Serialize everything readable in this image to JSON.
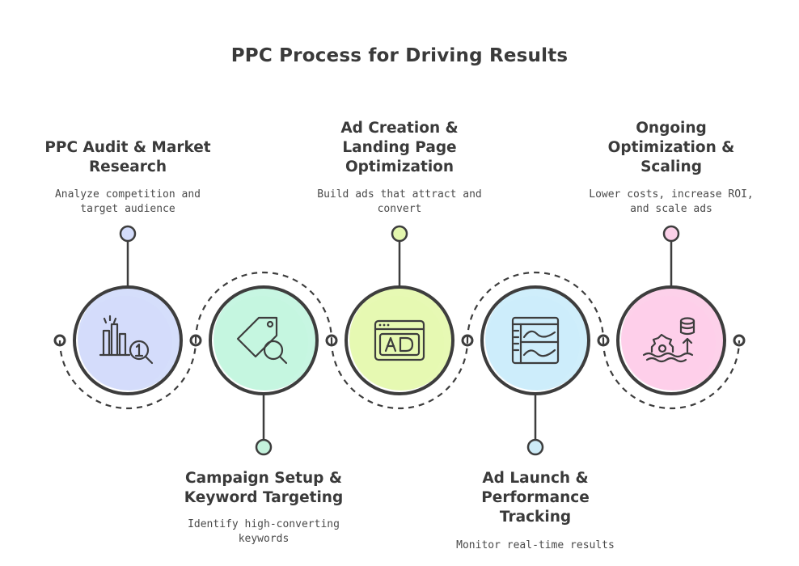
{
  "title": "PPC Process for Driving Results",
  "steps": [
    {
      "title_lines": [
        "PPC Audit & Market",
        "Research"
      ],
      "desc_lines": [
        "Analyze competition and",
        "target audience"
      ],
      "icon": "bar-chart-magnifier-icon",
      "fill": "#d3dcfb",
      "dot": "#d3dcfb"
    },
    {
      "title_lines": [
        "Campaign Setup &",
        "Keyword Targeting"
      ],
      "desc_lines": [
        "Identify high-converting",
        "keywords"
      ],
      "icon": "tag-search-icon",
      "fill": "#c4f6e0",
      "dot": "#c4f2dc"
    },
    {
      "title_lines": [
        "Ad Creation &",
        "Landing Page",
        "Optimization"
      ],
      "desc_lines": [
        "Build ads that attract and",
        "convert"
      ],
      "icon": "ad-window-icon",
      "fill": "#e6f9b0",
      "dot": "#e4f7ae"
    },
    {
      "title_lines": [
        "Ad Launch &",
        "Performance",
        "Tracking"
      ],
      "desc_lines": [
        "Monitor real-time results"
      ],
      "icon": "dashboard-chart-icon",
      "fill": "#ccedfb",
      "dot": "#cdebf7"
    },
    {
      "title_lines": [
        "Ongoing",
        "Optimization &",
        "Scaling"
      ],
      "desc_lines": [
        "Lower costs, increase ROI,",
        "and scale ads"
      ],
      "icon": "gear-database-growth-icon",
      "fill": "#fdcfe9",
      "dot": "#fbd0e8"
    }
  ]
}
